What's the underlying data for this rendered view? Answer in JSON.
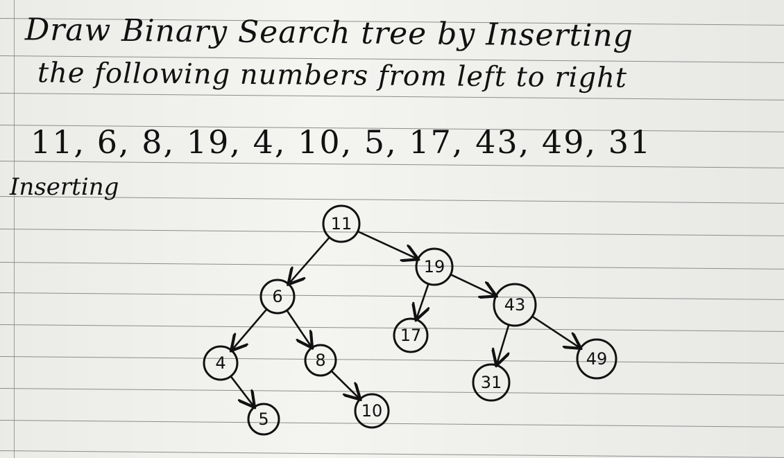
{
  "page": {
    "title_line1": "Draw Binary Search tree by Inserting",
    "title_line2": "the following numbers from left to right",
    "sequence": "11, 6, 8, 19, 4, 10, 5, 17, 43, 49, 31",
    "section_label": "Inserting"
  },
  "tree": {
    "nodes": [
      {
        "id": "n11",
        "label": "11"
      },
      {
        "id": "n6",
        "label": "6"
      },
      {
        "id": "n19",
        "label": "19"
      },
      {
        "id": "n4",
        "label": "4"
      },
      {
        "id": "n8",
        "label": "8"
      },
      {
        "id": "n17",
        "label": "17"
      },
      {
        "id": "n43",
        "label": "43"
      },
      {
        "id": "n5",
        "label": "5"
      },
      {
        "id": "n10",
        "label": "10"
      },
      {
        "id": "n31",
        "label": "31"
      },
      {
        "id": "n49",
        "label": "49"
      }
    ],
    "edges": [
      [
        "n11",
        "n6"
      ],
      [
        "n11",
        "n19"
      ],
      [
        "n6",
        "n4"
      ],
      [
        "n6",
        "n8"
      ],
      [
        "n19",
        "n17"
      ],
      [
        "n19",
        "n43"
      ],
      [
        "n4",
        "n5"
      ],
      [
        "n8",
        "n10"
      ],
      [
        "n43",
        "n31"
      ],
      [
        "n43",
        "n49"
      ]
    ]
  },
  "colors": {
    "ink": "#111111",
    "paper": "#f4f4f1",
    "rule": "#8c8c8c"
  }
}
